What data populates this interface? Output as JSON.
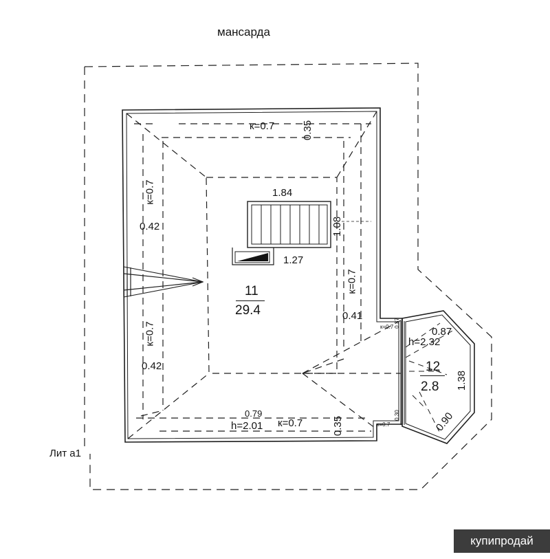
{
  "title": "мансарда",
  "lit": "Лит а1",
  "rooms": [
    {
      "number": "11",
      "area": "29.4"
    },
    {
      "number": "12",
      "area": "2.8"
    }
  ],
  "dimensions": {
    "stair_width": "1.84",
    "stair_depth": "1.08",
    "landing": "1.27",
    "top_k": "к=0.7",
    "top_h": "0.35",
    "left_k_upper": "к=0.7",
    "left_w_upper": "0.42",
    "left_k_lower": "к=0.7",
    "left_w_lower": "0.42",
    "right_k": "к=0.7",
    "right_w": "0.41",
    "bottom_w": "0.79",
    "bottom_h": "h=2.01",
    "bottom_k": "к=0.7",
    "bottom_side": "0.35",
    "bay_top_k": "к=0.7",
    "bay_top_side": "0.37",
    "bay_bottom_k": "к=0.7",
    "bay_bottom_side": "0.30",
    "bay_width": "0.87",
    "bay_h": "h=2.32",
    "bay_side": "1.38",
    "bay_diag": "0.90"
  },
  "watermark": "купипродай"
}
